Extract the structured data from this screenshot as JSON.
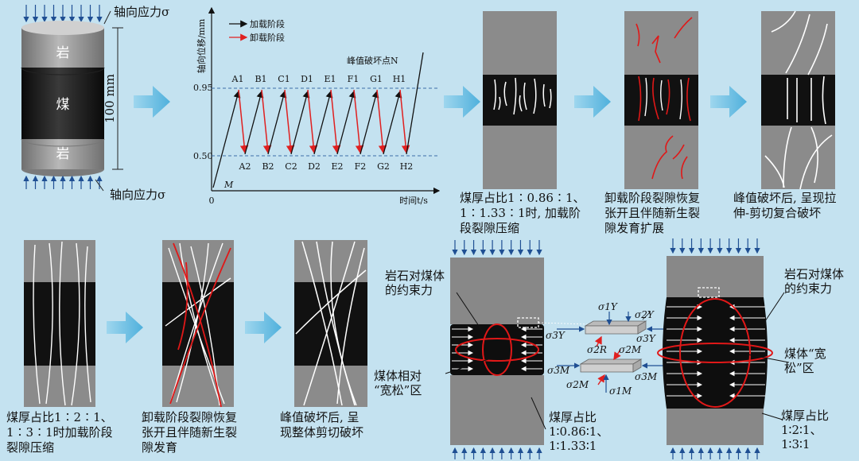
{
  "sample": {
    "rock_top": "岩",
    "coal": "煤",
    "rock_bottom": "岩",
    "height": "100 mm",
    "axial_stress_top": "轴向应力σ",
    "axial_stress_bottom": "轴向应力σ"
  },
  "chart": {
    "ylabel": "轴向位移/mm",
    "xlabel": "时间t/s",
    "origin": "0",
    "start_point": "M",
    "legend_load": "加载阶段",
    "legend_unload": "卸载阶段",
    "peak_label": "峰值破坏点N",
    "y_ticks": [
      "0.95",
      "0.50"
    ],
    "top_points": [
      "A1",
      "B1",
      "C1",
      "D1",
      "E1",
      "F1",
      "G1",
      "H1"
    ],
    "bottom_points": [
      "A2",
      "B2",
      "C2",
      "D2",
      "E2",
      "F2",
      "G2",
      "H2"
    ]
  },
  "chart_data": {
    "type": "line",
    "xlabel": "时间t/s",
    "ylabel": "轴向位移/mm",
    "series": [
      {
        "name": "加载阶段",
        "color": "#111111"
      },
      {
        "name": "卸载阶段",
        "color": "#e02020"
      }
    ],
    "y_levels": [
      0.95,
      0.5
    ],
    "cycles": 8
  },
  "row1_captions": [
    [
      "煤厚占比1∶0.86∶1、",
      "1∶1.33∶1时, 加载阶",
      "段裂隙压缩"
    ],
    [
      "卸载阶段裂隙恢复",
      "张开且伴随新生裂",
      "隙发育扩展"
    ],
    [
      "峰值破坏后, 呈现拉",
      "伸-剪切复合破坏"
    ]
  ],
  "row2_captions": [
    [
      "煤厚占比1∶2∶1、",
      "1∶3∶1时加载阶段",
      "裂隙压缩"
    ],
    [
      "卸载阶段裂隙恢复",
      "张开且伴随新生裂",
      "隙发育"
    ],
    [
      "峰值破坏后, 呈",
      "现整体剪切破坏"
    ]
  ],
  "constraint": {
    "left_force": [
      "岩石对煤体",
      "的约束力"
    ],
    "left_zone": [
      "煤体相对",
      "“宽松”区"
    ],
    "left_ratio": [
      "煤厚占比",
      "1∶0.86∶1、",
      "1∶1.33∶1"
    ],
    "right_force": [
      "岩石对煤体",
      "的约束力"
    ],
    "right_zone": [
      "煤体“宽",
      "松”区"
    ],
    "right_ratio": [
      "煤厚占比",
      "1∶2∶1、",
      "1∶3∶1"
    ],
    "stress_labels": [
      "σ1Y",
      "σ2Y",
      "σ3Y",
      "σ3Y",
      "σ2R",
      "σ2M",
      "σ3M",
      "σ3M",
      "σ2M",
      "σ1M"
    ]
  },
  "colors": {
    "background": "#c4e2f0",
    "rock": "#8d8d8d",
    "coal": "#141414",
    "crack_white": "#ffffff",
    "crack_red": "#e01818",
    "arrow_blue": "#1f4f93"
  }
}
